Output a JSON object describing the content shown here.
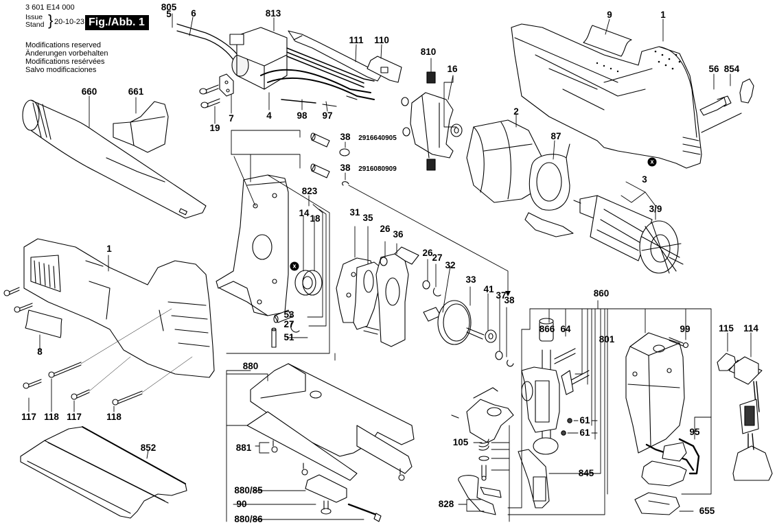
{
  "header": {
    "part_number": "3 601 E14 000",
    "issue_label": "Issue",
    "stand_label": "Stand",
    "issue_date": "20-10-23",
    "figure_label": "Fig./Abb. 1",
    "modifications": [
      "Modifications reserved",
      "Änderungen vorbehalten",
      "Modifications resérvées",
      "Salvo modificaciones"
    ]
  },
  "callouts": [
    {
      "id": "805",
      "label": "805"
    },
    {
      "id": "5",
      "label": "5"
    },
    {
      "id": "6",
      "label": "6"
    },
    {
      "id": "813",
      "label": "813"
    },
    {
      "id": "111",
      "label": "111"
    },
    {
      "id": "110",
      "label": "110"
    },
    {
      "id": "810",
      "label": "810"
    },
    {
      "id": "16",
      "label": "16"
    },
    {
      "id": "9",
      "label": "9"
    },
    {
      "id": "1a",
      "label": "1"
    },
    {
      "id": "56",
      "label": "56"
    },
    {
      "id": "854",
      "label": "854"
    },
    {
      "id": "19",
      "label": "19"
    },
    {
      "id": "7",
      "label": "7"
    },
    {
      "id": "4",
      "label": "4"
    },
    {
      "id": "98",
      "label": "98"
    },
    {
      "id": "97",
      "label": "97"
    },
    {
      "id": "660",
      "label": "660"
    },
    {
      "id": "661",
      "label": "661"
    },
    {
      "id": "38a",
      "label": "38"
    },
    {
      "id": "38a_pn",
      "label": "2916640905"
    },
    {
      "id": "38b",
      "label": "38"
    },
    {
      "id": "38b_pn",
      "label": "2916080909"
    },
    {
      "id": "2",
      "label": "2"
    },
    {
      "id": "87",
      "label": "87"
    },
    {
      "id": "3",
      "label": "3"
    },
    {
      "id": "3_9",
      "label": "3/9"
    },
    {
      "id": "823",
      "label": "823"
    },
    {
      "id": "14",
      "label": "14"
    },
    {
      "id": "18",
      "label": "18"
    },
    {
      "id": "31",
      "label": "31"
    },
    {
      "id": "35",
      "label": "35"
    },
    {
      "id": "26a",
      "label": "26"
    },
    {
      "id": "36",
      "label": "36"
    },
    {
      "id": "26b",
      "label": "26"
    },
    {
      "id": "27a",
      "label": "27"
    },
    {
      "id": "32",
      "label": "32"
    },
    {
      "id": "33",
      "label": "33"
    },
    {
      "id": "41",
      "label": "41"
    },
    {
      "id": "37",
      "label": "37"
    },
    {
      "id": "38c",
      "label": "38"
    },
    {
      "id": "1b",
      "label": "1"
    },
    {
      "id": "53",
      "label": "53"
    },
    {
      "id": "27b",
      "label": "27"
    },
    {
      "id": "51",
      "label": "51"
    },
    {
      "id": "8",
      "label": "8"
    },
    {
      "id": "117a",
      "label": "117"
    },
    {
      "id": "118a",
      "label": "118"
    },
    {
      "id": "117b",
      "label": "117"
    },
    {
      "id": "118b",
      "label": "118"
    },
    {
      "id": "852",
      "label": "852"
    },
    {
      "id": "880",
      "label": "880"
    },
    {
      "id": "881",
      "label": "881"
    },
    {
      "id": "880_85",
      "label": "880/85"
    },
    {
      "id": "90",
      "label": "90"
    },
    {
      "id": "880_86",
      "label": "880/86"
    },
    {
      "id": "860",
      "label": "860"
    },
    {
      "id": "866",
      "label": "866"
    },
    {
      "id": "64",
      "label": "64"
    },
    {
      "id": "801",
      "label": "801"
    },
    {
      "id": "99",
      "label": "99"
    },
    {
      "id": "115",
      "label": "115"
    },
    {
      "id": "114",
      "label": "114"
    },
    {
      "id": "61a",
      "label": "61"
    },
    {
      "id": "61b",
      "label": "61"
    },
    {
      "id": "95",
      "label": "95"
    },
    {
      "id": "105",
      "label": "105"
    },
    {
      "id": "845",
      "label": "845"
    },
    {
      "id": "828",
      "label": "828"
    },
    {
      "id": "655",
      "label": "655"
    }
  ],
  "markers": [
    {
      "id": "x1",
      "label": "x"
    },
    {
      "id": "x2",
      "label": "x"
    }
  ]
}
